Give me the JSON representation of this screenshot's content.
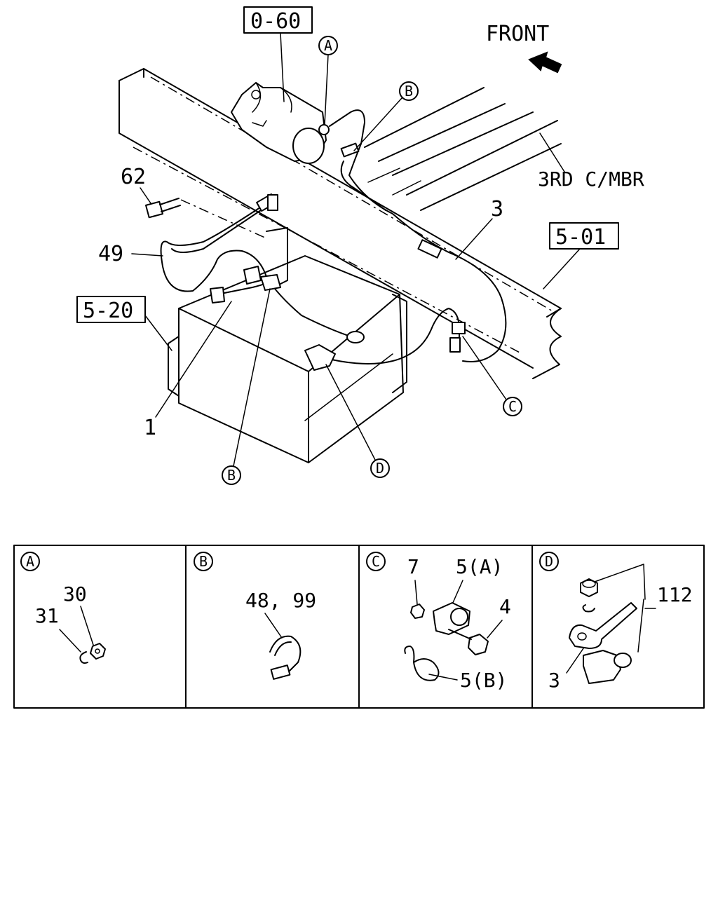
{
  "diagram": {
    "direction_label": "FRONT",
    "crossmember_label": "3RD C/MBR",
    "ref_boxes": {
      "starter": "0-60",
      "frame": "5-01",
      "battery_tray": "5-20"
    },
    "part_numbers": {
      "bolt": "62",
      "battery_cable": "49",
      "cable_positive": "1",
      "cable_main": "3"
    },
    "callouts": {
      "a": "A",
      "b": "B",
      "c": "C",
      "d": "D"
    },
    "details": [
      {
        "letter": "A",
        "labels": [
          "30",
          "31"
        ]
      },
      {
        "letter": "B",
        "labels": [
          "48, 99"
        ]
      },
      {
        "letter": "C",
        "labels": [
          "7",
          "5(A)",
          "4",
          "5(B)"
        ]
      },
      {
        "letter": "D",
        "labels": [
          "112",
          "3"
        ]
      }
    ]
  }
}
